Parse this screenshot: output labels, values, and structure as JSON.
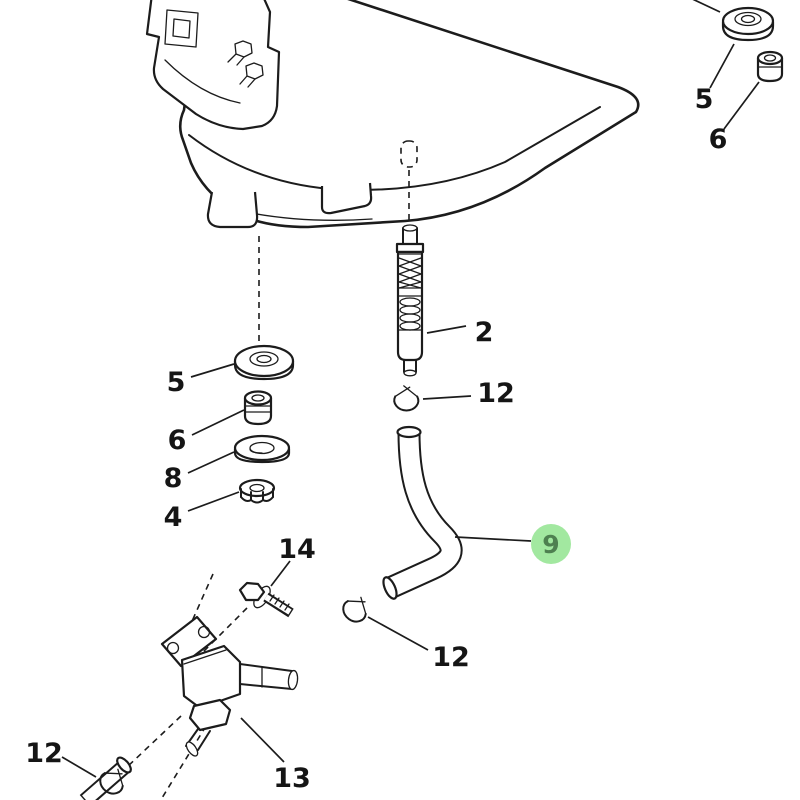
{
  "diagram": {
    "type": "exploded-parts-diagram",
    "background": "#ffffff",
    "line_color": "#1c1c1c",
    "number_color": "#151515",
    "highlight": {
      "fill": "#a2e8a0",
      "text_color": "#4e8050",
      "highlighted_part": "9"
    },
    "callouts": {
      "strainer": "2",
      "flange_nut": "4",
      "grommet_left": "5",
      "grommet_top_right": "5",
      "collar_left": "6",
      "collar_top_right": "6",
      "flat_washer": "8",
      "hose": "9",
      "clip_filter": "12",
      "clip_hose": "12",
      "clip_pipe": "12",
      "fuel_cock": "13",
      "bolt": "14"
    }
  }
}
